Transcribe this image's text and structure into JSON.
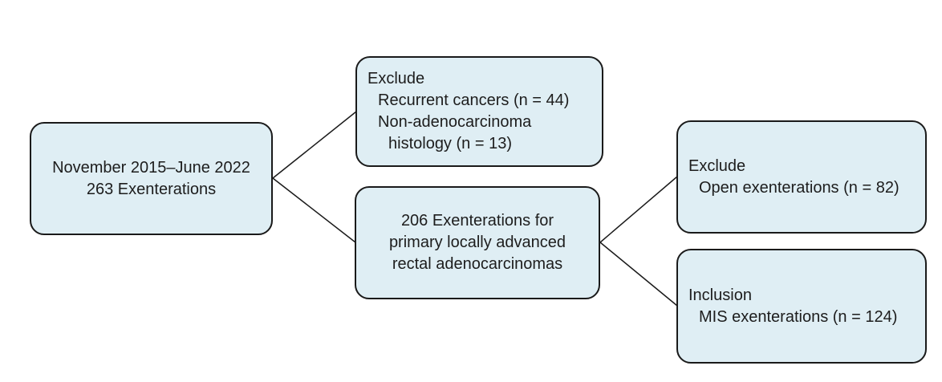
{
  "style": {
    "background": "#ffffff",
    "box_fill": "#dfeef4",
    "box_border_color": "#1a1a1a",
    "text_color": "#1d1d1d",
    "connector_color": "#1a1a1a"
  },
  "diagram": {
    "type": "flowchart",
    "boxes": {
      "cohort": {
        "lines": [
          "November 2015–June 2022",
          "263 Exenterations"
        ]
      },
      "exclude_histology": {
        "lines": [
          "Exclude",
          "Recurrent cancers (n = 44)",
          "Non-adenocarcinoma",
          "histology (n = 13)"
        ]
      },
      "primary": {
        "lines": [
          "206 Exenterations for",
          "primary locally advanced",
          "rectal adenocarcinomas"
        ]
      },
      "exclude_open": {
        "lines": [
          "Exclude",
          "Open exenterations (n = 82)"
        ]
      },
      "inclusion_mis": {
        "lines": [
          "Inclusion",
          "MIS exenterations (n = 124)"
        ]
      }
    }
  }
}
